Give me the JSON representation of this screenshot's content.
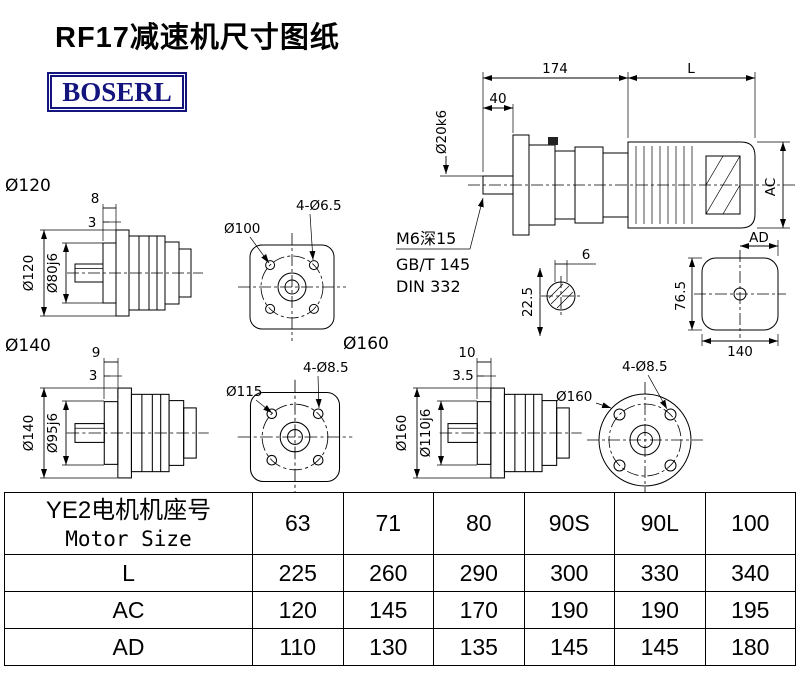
{
  "page": {
    "title": "RF17减速机尺寸图纸",
    "logo": "BOSERL"
  },
  "assembly": {
    "dim_174": "174",
    "dim_L": "L",
    "dim_40": "40",
    "shaft_dia": "Ø20k6",
    "dim_AC": "AC",
    "dim_AD": "AD",
    "key_width": "6",
    "key_depth": "22.5",
    "side_height": "76.5",
    "side_width": "140",
    "notes": [
      "M6深15",
      "GB/T 145",
      "DIN 332"
    ]
  },
  "views": {
    "v120": {
      "section": "Ø120",
      "step1": "8",
      "step2": "3",
      "outer": "Ø120",
      "spigot": "Ø80j6",
      "front_dia": "Ø100",
      "front_holes": "4-Ø6.5"
    },
    "v140": {
      "section": "Ø140",
      "step1": "9",
      "step2": "3",
      "outer": "Ø140",
      "spigot": "Ø95j6",
      "front_dia": "Ø115",
      "front_holes": "4-Ø8.5"
    },
    "v160": {
      "section": "Ø160",
      "step1": "10",
      "step2": "3.5",
      "outer": "Ø160",
      "spigot": "Ø110j6",
      "front_dia": "Ø160",
      "front_holes": "4-Ø8.5"
    }
  },
  "table": {
    "header_line1": "YE2电机机座号",
    "header_line2": "Motor Size",
    "motor_sizes": [
      "63",
      "71",
      "80",
      "90S",
      "90L",
      "100"
    ],
    "rows": [
      {
        "label": "L",
        "values": [
          "225",
          "260",
          "290",
          "300",
          "330",
          "340"
        ]
      },
      {
        "label": "AC",
        "values": [
          "120",
          "145",
          "170",
          "190",
          "190",
          "195"
        ]
      },
      {
        "label": "AD",
        "values": [
          "110",
          "130",
          "135",
          "145",
          "145",
          "180"
        ]
      }
    ]
  }
}
